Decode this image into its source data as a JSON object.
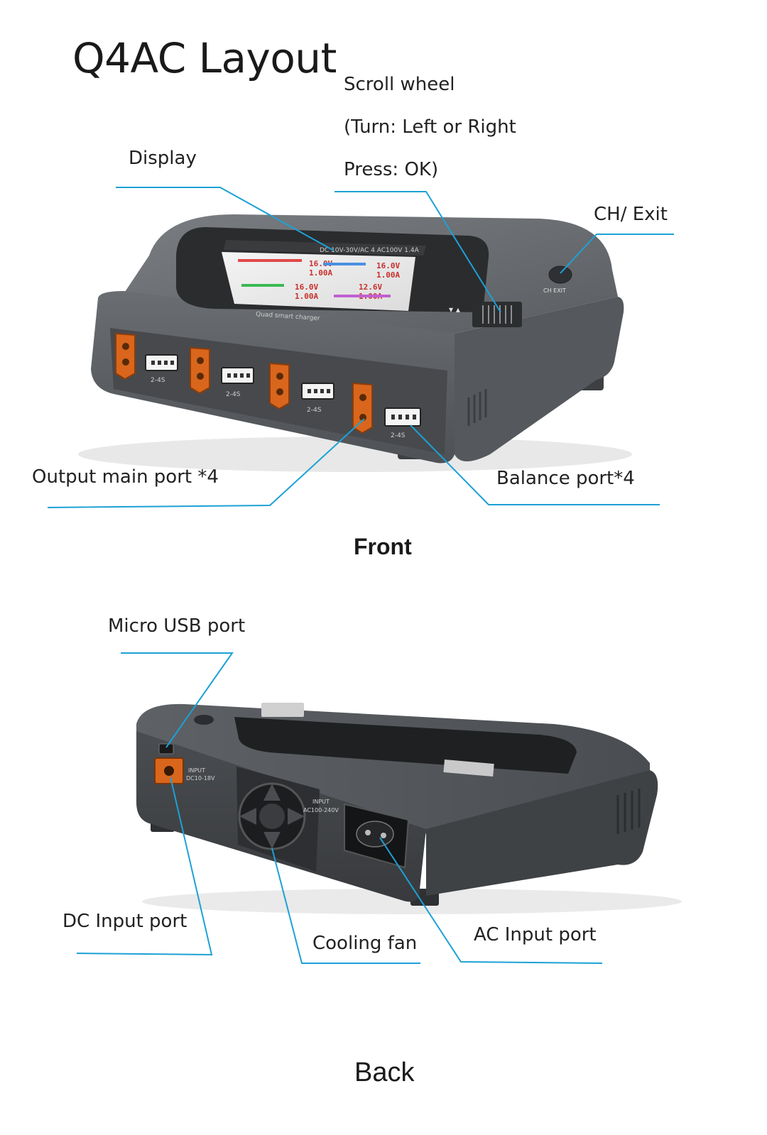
{
  "title": "Q4AC Layout",
  "front": {
    "section_label": "Front",
    "callouts": {
      "display": "Display",
      "scroll_line1": "Scroll wheel",
      "scroll_line2": "(Turn: Left or Right",
      "scroll_line3": "Press: OK)",
      "ch_exit": "CH/ Exit",
      "output_main": "Output main port *4",
      "balance": "Balance port*4"
    },
    "device": {
      "body_color": "#5c5f63",
      "screen_header": "DC 10V-30V/AC 4 AC100V 1.4A",
      "screen_footer": "Quad smart charger",
      "channel_values": [
        "16.0V",
        "1.00A",
        "16.0V",
        "1.00A",
        "16.0V",
        "1.00A",
        "12.6V",
        "1.00A"
      ],
      "port_label": "2-4S",
      "button_label": "CH EXIT",
      "port_color": "#d9661c"
    }
  },
  "back": {
    "section_label": "Back",
    "callouts": {
      "micro_usb": "Micro USB port",
      "dc_input": "DC Input port",
      "cooling_fan": "Cooling fan",
      "ac_input": "AC Input port"
    },
    "device": {
      "dc_label_1": "INPUT",
      "dc_label_2": "DC10-18V",
      "ac_label_1": "INPUT",
      "ac_label_2": "AC100-240V"
    }
  },
  "leader_color": "#1da1d6"
}
